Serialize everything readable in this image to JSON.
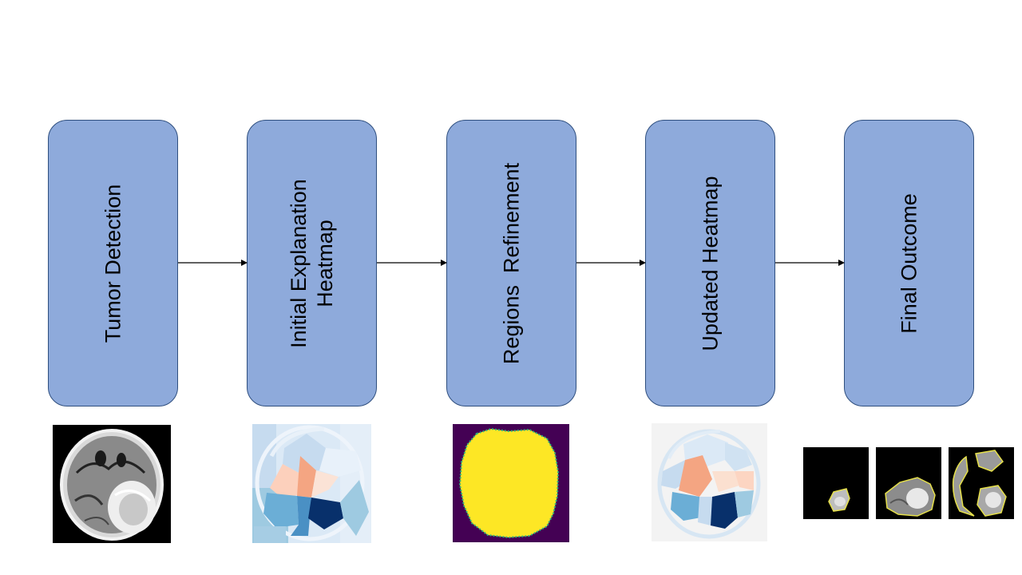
{
  "diagram": {
    "stages": [
      {
        "id": "tumor-detection",
        "label": "Tumor Detection"
      },
      {
        "id": "initial-explanation-heatmap",
        "label": "Initial Explanation\nHeatmap"
      },
      {
        "id": "regions-refinement",
        "label": "Regions  Refinement"
      },
      {
        "id": "updated-heatmap",
        "label": "Updated Heatmap"
      },
      {
        "id": "final-outcome",
        "label": "Final Outcome"
      }
    ],
    "edges": [
      {
        "from": "tumor-detection",
        "to": "initial-explanation-heatmap"
      },
      {
        "from": "initial-explanation-heatmap",
        "to": "regions-refinement"
      },
      {
        "from": "regions-refinement",
        "to": "updated-heatmap"
      },
      {
        "from": "updated-heatmap",
        "to": "final-outcome"
      }
    ],
    "images": [
      {
        "stage": "tumor-detection",
        "content": "brain MRI scan (grayscale)"
      },
      {
        "stage": "initial-explanation-heatmap",
        "content": "segmented explanation heatmap (blue/orange)"
      },
      {
        "stage": "regions-refinement",
        "content": "refined region mask (yellow on purple)"
      },
      {
        "stage": "updated-heatmap",
        "content": "updated explanation heatmap"
      },
      {
        "stage": "final-outcome",
        "content": "three highlighted tumor region crops"
      }
    ]
  },
  "colors": {
    "box_fill": "#8eaadb",
    "box_border": "#2f4f7f",
    "arrow": "#000000",
    "mask_fill": "#fde725",
    "mask_background": "#440154",
    "heat_dark_blue": "#08306b",
    "heat_mid_blue": "#4a90c4",
    "heat_orange": "#f4a582"
  }
}
